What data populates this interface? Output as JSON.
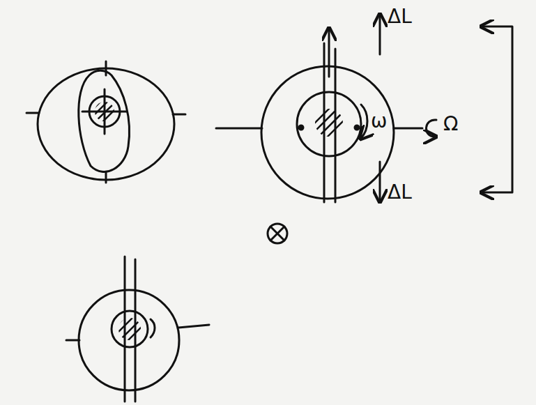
{
  "diagram": {
    "labels": [
      "ΔL",
      "ω",
      "Ω",
      "ΔL"
    ]
  }
}
